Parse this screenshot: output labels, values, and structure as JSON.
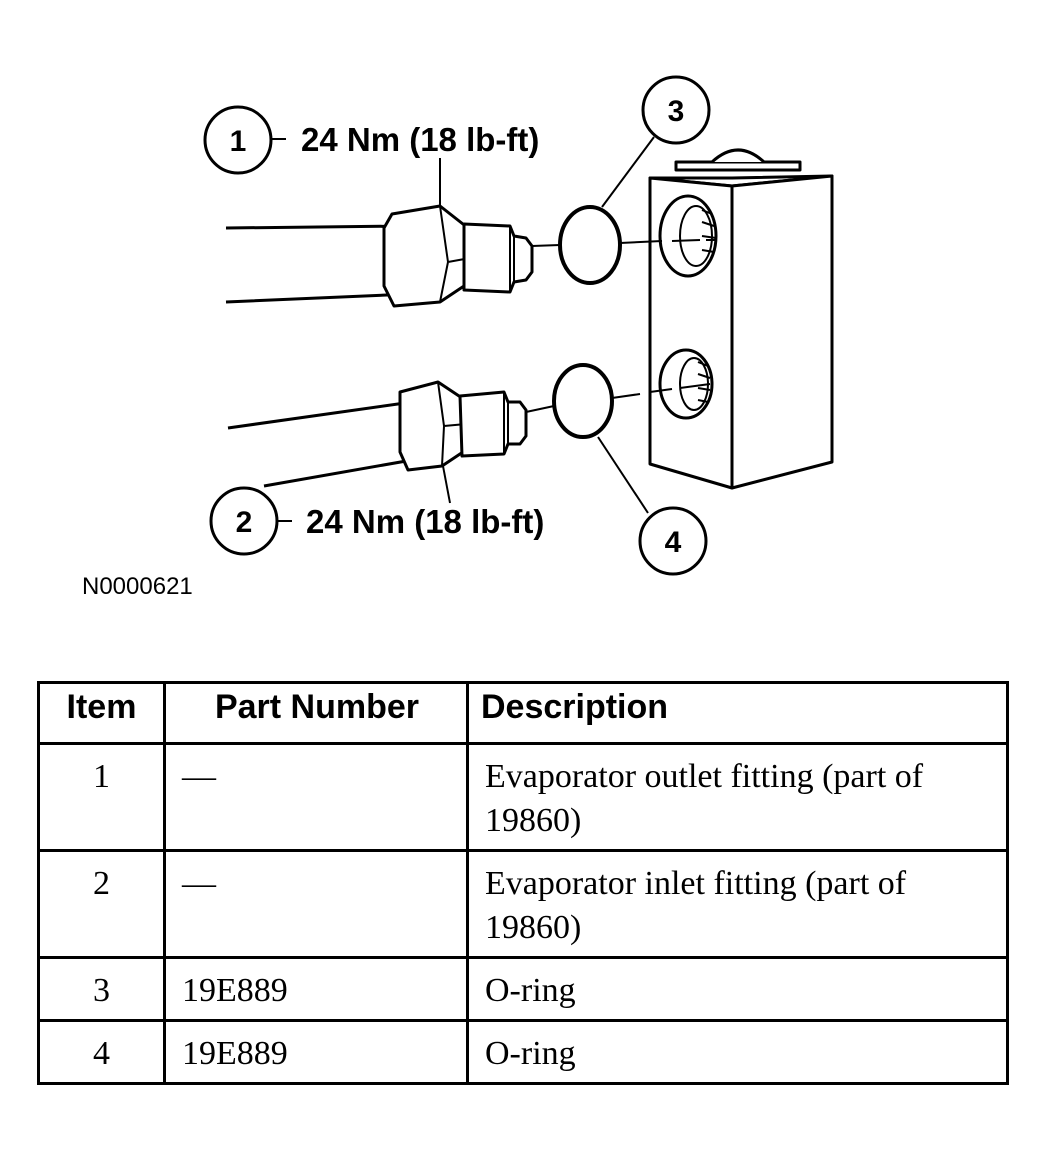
{
  "figure": {
    "callouts": [
      {
        "number": "1",
        "torque": "24 Nm (18 lb-ft)"
      },
      {
        "number": "2",
        "torque": "24 Nm (18 lb-ft)"
      },
      {
        "number": "3"
      },
      {
        "number": "4"
      }
    ],
    "figure_id": "N0000621"
  },
  "table": {
    "headers": {
      "item": "Item",
      "part_number": "Part Number",
      "description": "Description"
    },
    "rows": [
      {
        "item": "1",
        "part_number": "—",
        "description": "Evaporator outlet fitting (part of 19860)"
      },
      {
        "item": "2",
        "part_number": "—",
        "description": "Evaporator inlet fitting (part of 19860)"
      },
      {
        "item": "3",
        "part_number": "19E889",
        "description": "O-ring"
      },
      {
        "item": "4",
        "part_number": "19E889",
        "description": "O-ring"
      }
    ]
  }
}
